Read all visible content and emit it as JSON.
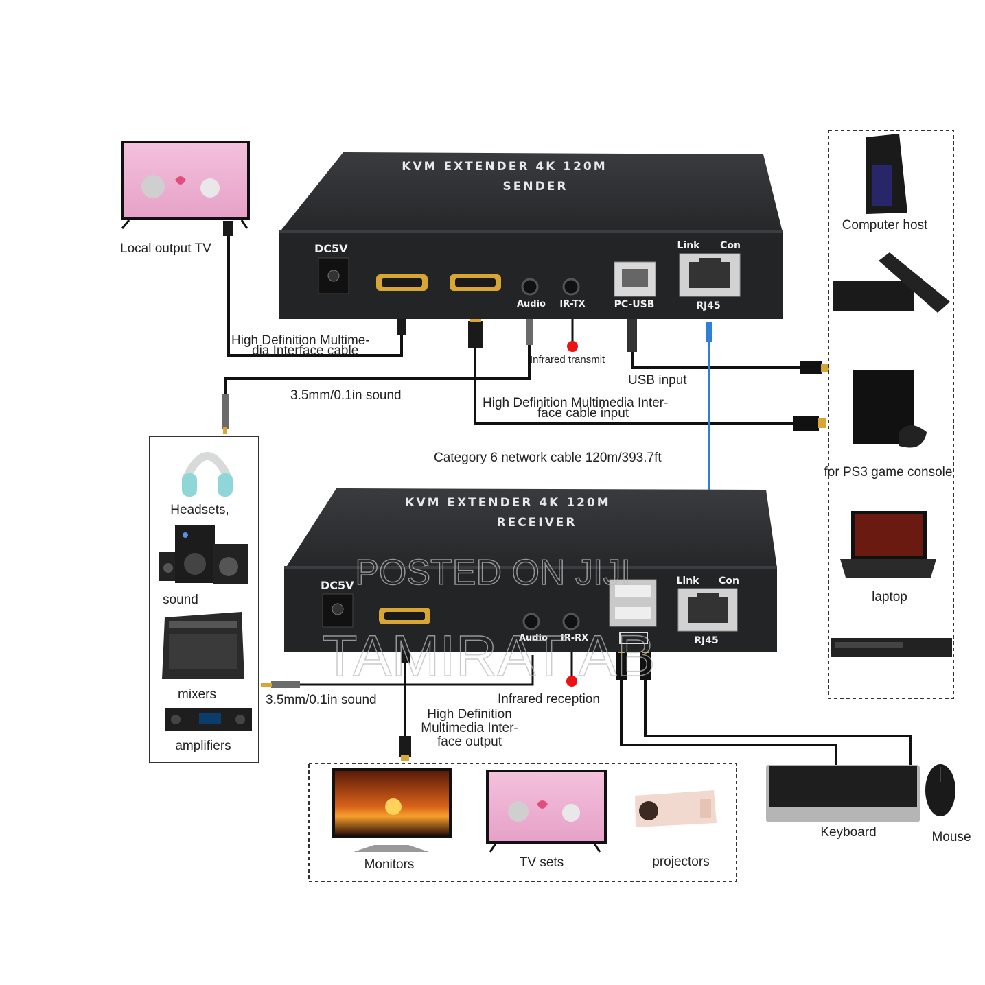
{
  "sender": {
    "title": "KVM EXTENDER 4K 120M",
    "subtitle": "SENDER",
    "ports": {
      "dc": "DC5V",
      "audio": "Audio",
      "irtx": "IR-TX",
      "pcusb": "PC-USB",
      "link": "Link",
      "con": "Con",
      "rj45": "RJ45"
    }
  },
  "receiver": {
    "title": "KVM EXTENDER 4K 120M",
    "subtitle": "RECEIVER",
    "ports": {
      "dc": "DC5V",
      "audio": "Audio",
      "irrx": "IR-RX",
      "link": "Link",
      "con": "Con",
      "rj45": "RJ45"
    }
  },
  "labels": {
    "local_tv": "Local output TV",
    "hdmi_cable_1": "High Definition Multime-",
    "hdmi_cable_2": "dia Interface cable",
    "ir_transmit": "Infrared transmit",
    "usb_input": "USB input",
    "sound_top": "3.5mm/0.1in sound",
    "hdmi_input_1": "High Definition Multimedia Inter-",
    "hdmi_input_2": "face cable input",
    "cat6": "Category 6 network cable 120m/393.7ft",
    "sound_bottom": "3.5mm/0.1in sound",
    "ir_reception": "Infrared reception",
    "hdmi_output_1": "High Definition",
    "hdmi_output_2": "Multimedia Inter-",
    "hdmi_output_3": "face output"
  },
  "audio_devices": [
    "Headsets,",
    "sound",
    "mixers",
    "amplifiers"
  ],
  "sources": [
    "Computer host",
    "for PS3 game console",
    "laptop"
  ],
  "displays": [
    "Monitors",
    "TV sets",
    "projectors"
  ],
  "peripherals": [
    "Keyboard",
    "Mouse"
  ],
  "watermark": {
    "line1": "POSTED ON JIJI",
    "line2": "TAMIRAT AB"
  },
  "colors": {
    "device": "#2b2c2e",
    "cable": "#111111",
    "network_cable": "#2f7fd6",
    "ir_led": "#ee1111",
    "hdmi_gold": "#d8a634"
  }
}
